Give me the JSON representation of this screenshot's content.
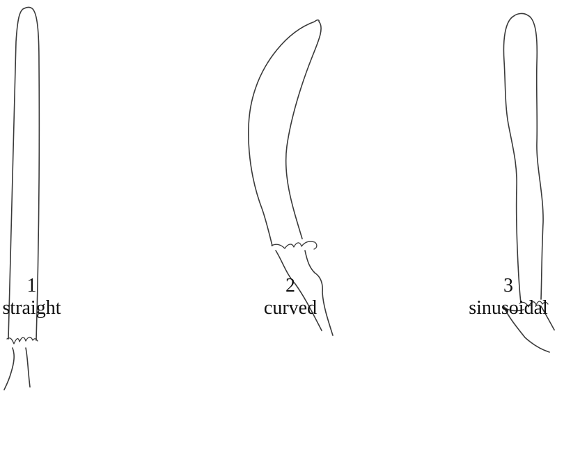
{
  "items": [
    {
      "number": "1",
      "label": "straight",
      "icon": "straight-shape-icon"
    },
    {
      "number": "2",
      "label": "curved",
      "icon": "curved-shape-icon"
    },
    {
      "number": "3",
      "label": "sinusoidal",
      "icon": "sinusoidal-shape-icon"
    }
  ]
}
